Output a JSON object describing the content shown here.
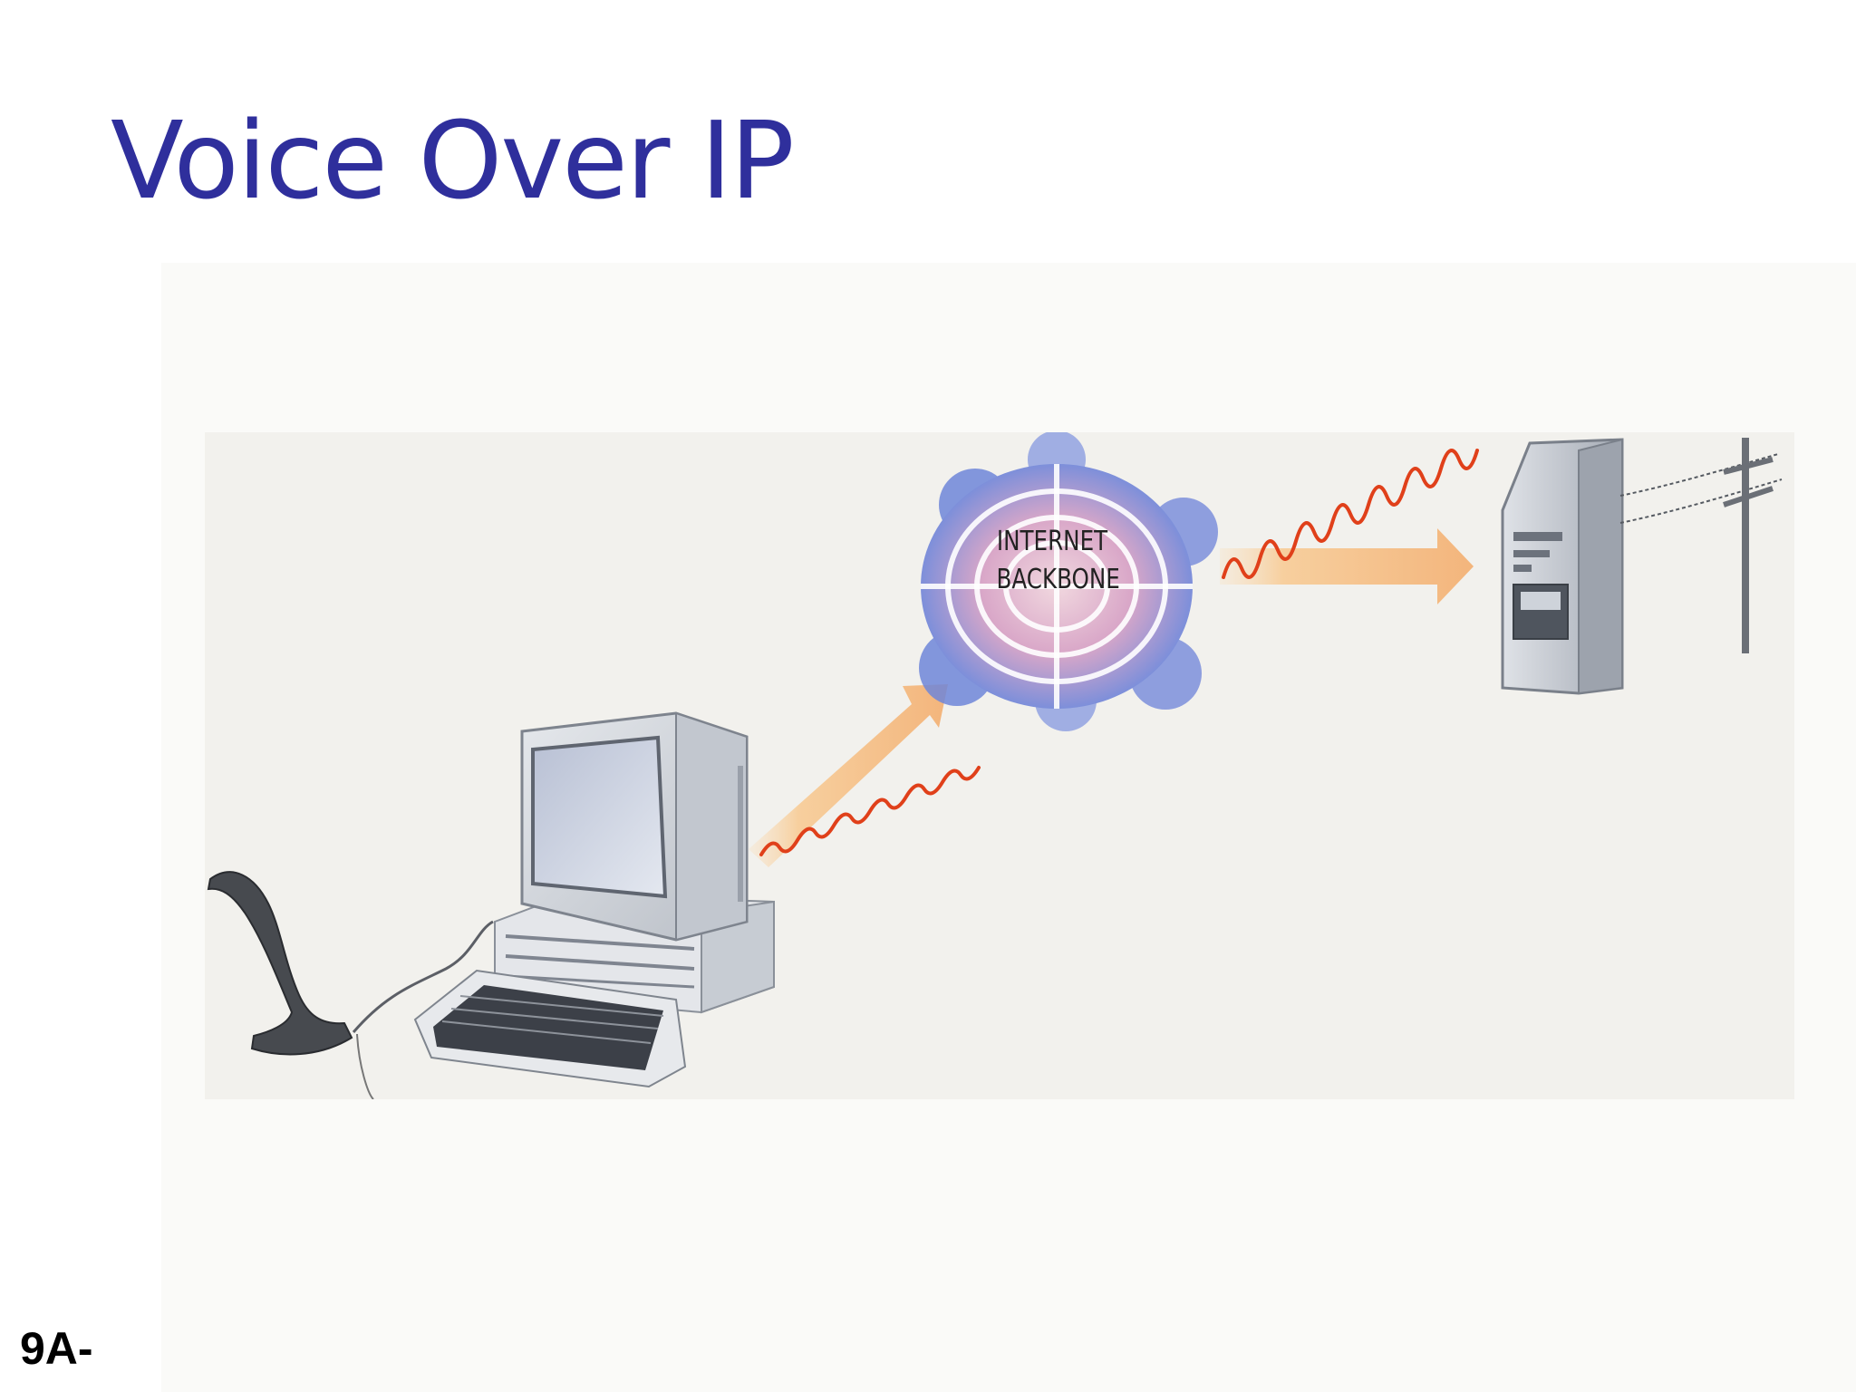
{
  "slide": {
    "title": "Voice Over IP",
    "footer": "9A-"
  },
  "diagram": {
    "cloud_label_line1": "INTERNET",
    "cloud_label_line2": "BACKBONE",
    "nodes": [
      {
        "name": "telephone-handset",
        "icon": "handset-icon"
      },
      {
        "name": "desktop-computer",
        "icon": "computer-icon"
      },
      {
        "name": "internet-backbone",
        "icon": "cloud-icon"
      },
      {
        "name": "gateway-server",
        "icon": "server-tower-icon"
      },
      {
        "name": "telephone-pole",
        "icon": "utility-pole-icon"
      }
    ],
    "colors": {
      "title": "#2f2f9c",
      "arrow_fill": "#f6c89a",
      "signal_wave": "#e0401a",
      "cloud_blue": "#6f86d8",
      "cloud_pink": "#d79ab8"
    }
  }
}
